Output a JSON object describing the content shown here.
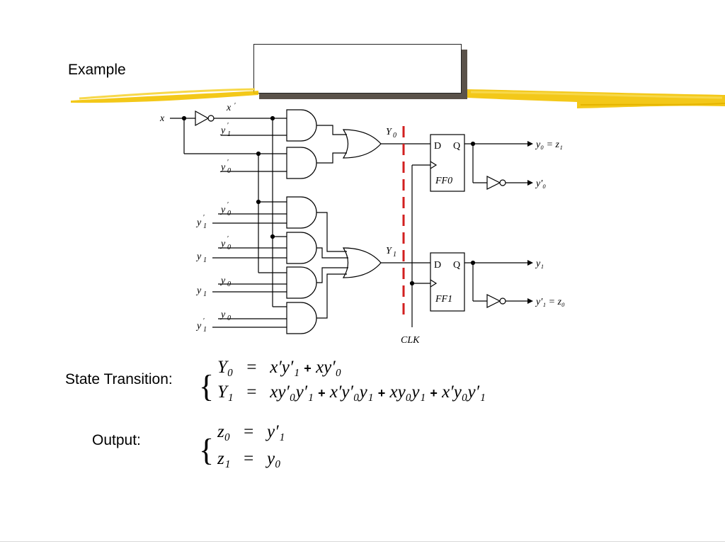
{
  "slide": {
    "title": "Example",
    "title_box_text": ""
  },
  "circuit": {
    "input_x": "x",
    "not_output": "x",
    "and_inputs": {
      "g1_b": "y",
      "g1_b_sub": "1",
      "g2_b": "y",
      "g2_b_sub": "0",
      "g3_top": "y",
      "g3_top_sub": "0",
      "g4_top": "y",
      "g4_top_sub": "0",
      "g5_top": "y",
      "g5_top_sub": "0",
      "g6_top": "y",
      "g6_top_sub": "0"
    },
    "left_inputs": [
      {
        "letter": "y",
        "sub": "1",
        "prime": true
      },
      {
        "letter": "y",
        "sub": "1",
        "prime": false
      },
      {
        "letter": "y",
        "sub": "1",
        "prime": false
      },
      {
        "letter": "y",
        "sub": "1",
        "prime": true
      }
    ],
    "or_outputs": {
      "y0_letter": "Y",
      "y0_sub": "0",
      "y1_letter": "Y",
      "y1_sub": "1"
    },
    "flipflops": [
      {
        "name": "FF0",
        "d": "D",
        "q": "Q"
      },
      {
        "name": "FF1",
        "d": "D",
        "q": "Q"
      }
    ],
    "clock": "CLK",
    "outputs": {
      "ff0_q": "y₀ = z₁",
      "ff0_qn": "y′₀",
      "ff1_q": "y₁",
      "ff1_qn": "y′₁ = z₀"
    }
  },
  "equations": {
    "state_label": "State Transition:",
    "output_label": "Output:",
    "Y0": {
      "lhs": "Y₀",
      "eq": "=",
      "terms": [
        "x′y′₁",
        "xy′₀"
      ]
    },
    "Y1": {
      "lhs": "Y₁",
      "eq": "=",
      "terms": [
        "xy′₀y′₁",
        "x′y′₀y₁",
        "xy₀y₁",
        "x′y₀y′₁"
      ]
    },
    "z0": {
      "lhs": "z₀",
      "eq": "=",
      "rhs": "y′₁"
    },
    "z1": {
      "lhs": "z₁",
      "eq": "=",
      "rhs": "y₀"
    },
    "plus": "+"
  },
  "colors": {
    "highlight_stroke": "#f2c200",
    "clock_divider": "#d21f1f",
    "box_shadow": "#5a524a"
  }
}
